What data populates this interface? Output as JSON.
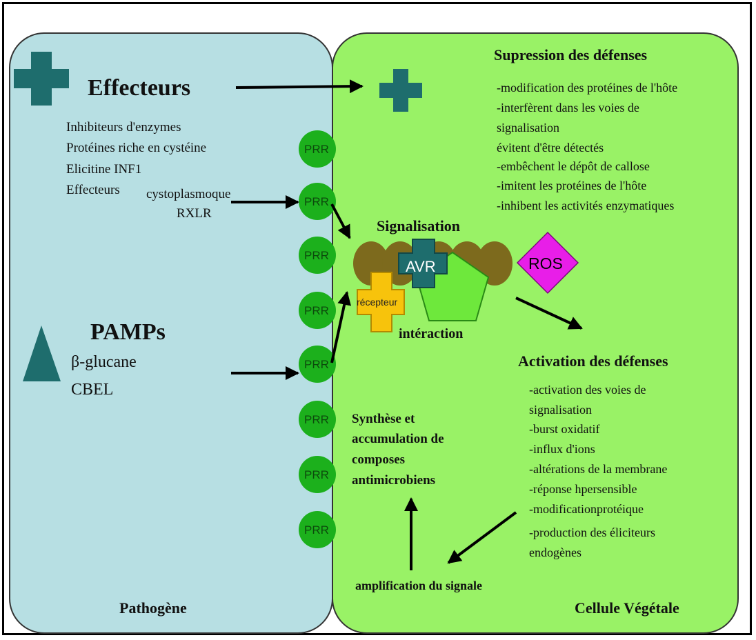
{
  "colors": {
    "pathogen_fill": "#b7dfe3",
    "plant_fill": "#99f266",
    "effector_teal": "#1e6d6d",
    "prr_green": "#1cb01c",
    "ros_magenta": "#e81ee8",
    "receptor_yellow": "#f7c30c",
    "complex_olive": "#7d6a1d",
    "pentagon_green": "#6ee83c"
  },
  "pathogen": {
    "effecteurs_title": "Effecteurs",
    "effector_list": [
      "Inhibiteurs d'enzymes",
      "Protéines riche en cystéine",
      "Elicitine INF1",
      "Effecteurs",
      "cystoplasmoque",
      "RXLR"
    ],
    "pamps_title": "PAMPs",
    "pamps_list": [
      "β-glucane",
      "CBEL"
    ],
    "cell_label": "Pathogène"
  },
  "prr_label": "PRR",
  "plant": {
    "suppression_title": "Supression des défenses",
    "suppression_list": [
      "-modification des protéines de l'hôte",
      "-interfèrent dans les voies de",
      "signalisation",
      "évitent d'être détectés",
      "-embêchent le dépôt de callose",
      "-imitent les protéines de l'hôte",
      "-inhibent les activités enzymatiques"
    ],
    "signalisation_label": "Signalisation",
    "avr_label": "AVR",
    "ros_label": "ROS",
    "recepteur_label": "récepteur",
    "interaction_label": "intéraction",
    "activation_title": "Activation des défenses",
    "activation_list": [
      "-activation des voies de",
      "signalisation",
      "-burst oxidatif",
      "-influx d'ions",
      "-altérations de la membrane",
      "-réponse hpersensible",
      "-modificationprotéique",
      "-production des éliciteurs",
      "endogènes"
    ],
    "synthese_lines": [
      "Synthèse et",
      "accumulation de",
      "composes",
      "antimicrobiens"
    ],
    "amplification_label": "amplification du signale",
    "cell_label": "Cellule Végétale"
  }
}
